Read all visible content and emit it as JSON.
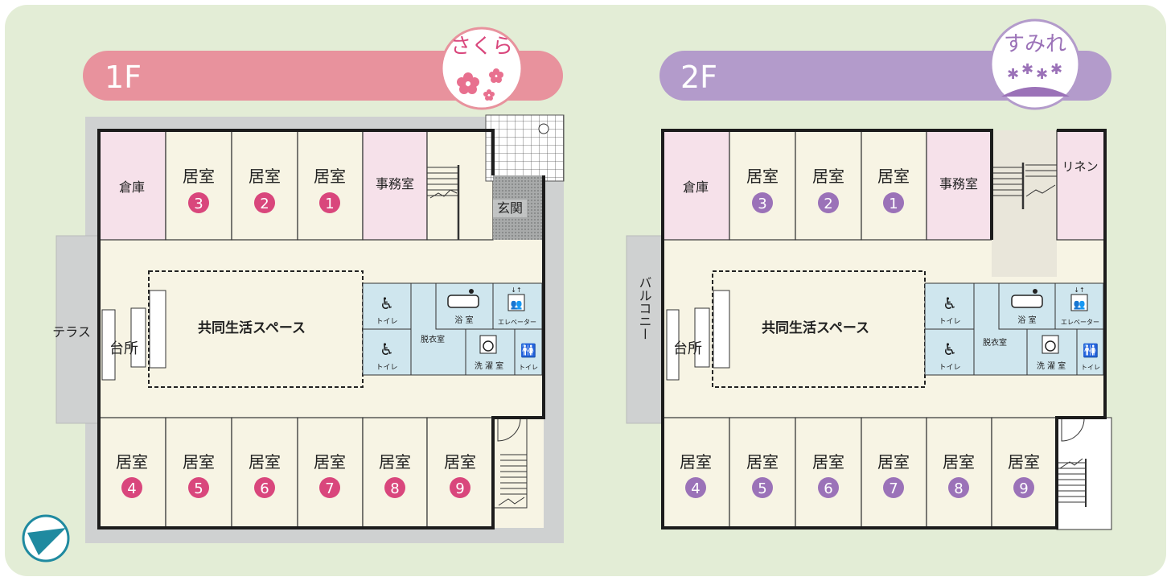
{
  "colors": {
    "background": "#e3edd6",
    "floor1_band": "#e8929d",
    "floor2_band": "#b39bcb",
    "floor1_accent": "#d9467c",
    "floor2_accent": "#9b72b8",
    "floor1_office": "#f6e1ea",
    "floor2_office": "#f6e1ea",
    "room": "#f7f4e4",
    "wet_area": "#cfe6ee",
    "terrace": "#cfd1d1",
    "wall": "#1c1c1c",
    "entrance": "#9ea0a0",
    "compass": "#1f8aa0"
  },
  "floors": [
    {
      "label": "1F",
      "badge_text": "さくら",
      "badge_icon": "sakura-flower-icon",
      "top_rooms": {
        "storage": "倉庫",
        "rooms": [
          {
            "label": "居室",
            "number": "3"
          },
          {
            "label": "居室",
            "number": "2"
          },
          {
            "label": "居室",
            "number": "1"
          }
        ],
        "office": "事務室",
        "entrance": "玄関"
      },
      "side_space": "テラス",
      "kitchen": "台所",
      "common_space": "共同生活スペース",
      "wet_area": {
        "toilet_1": "トイレ",
        "toilet_2": "トイレ",
        "bath": "浴 室",
        "elevator": "エレベーター",
        "dressing": "脱衣室",
        "laundry": "洗 濯 室",
        "toilet_3": "トイレ"
      },
      "bottom_rooms": [
        {
          "label": "居室",
          "number": "4"
        },
        {
          "label": "居室",
          "number": "5"
        },
        {
          "label": "居室",
          "number": "6"
        },
        {
          "label": "居室",
          "number": "7"
        },
        {
          "label": "居室",
          "number": "8"
        },
        {
          "label": "居室",
          "number": "9"
        }
      ]
    },
    {
      "label": "2F",
      "badge_text": "すみれ",
      "badge_icon": "violet-flower-icon",
      "top_rooms": {
        "storage": "倉庫",
        "rooms": [
          {
            "label": "居室",
            "number": "3"
          },
          {
            "label": "居室",
            "number": "2"
          },
          {
            "label": "居室",
            "number": "1"
          }
        ],
        "office": "事務室",
        "linen": "リネン"
      },
      "side_space": "バルコニー",
      "kitchen": "台所",
      "common_space": "共同生活スペース",
      "wet_area": {
        "toilet_1": "トイレ",
        "toilet_2": "トイレ",
        "bath": "浴 室",
        "elevator": "エレベーター",
        "dressing": "脱衣室",
        "laundry": "洗 濯 室",
        "toilet_3": "トイレ"
      },
      "bottom_rooms": [
        {
          "label": "居室",
          "number": "4"
        },
        {
          "label": "居室",
          "number": "5"
        },
        {
          "label": "居室",
          "number": "6"
        },
        {
          "label": "居室",
          "number": "7"
        },
        {
          "label": "居室",
          "number": "8"
        },
        {
          "label": "居室",
          "number": "9"
        }
      ]
    }
  ],
  "compass_icon": "compass-arrow-icon"
}
